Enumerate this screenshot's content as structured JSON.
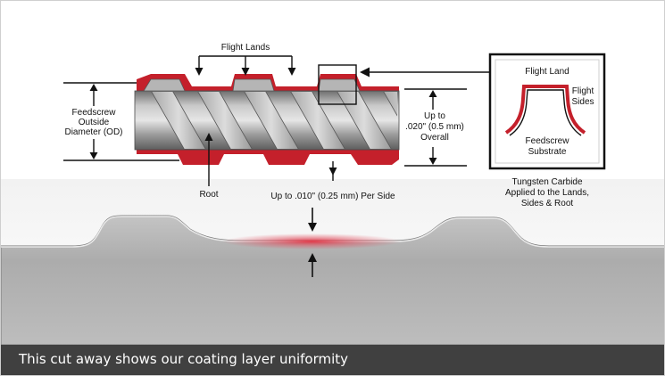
{
  "labels": {
    "flight_lands": "Flight Lands",
    "od_line1": "Feedscrew",
    "od_line2": "Outside",
    "od_line3": "Diameter (OD)",
    "root": "Root",
    "per_side": "Up to .010\" (0.25 mm) Per Side",
    "overall_line1": "Up to",
    "overall_line2": ".020\" (0.5 mm)",
    "overall_line3": "Overall",
    "inset_flight_land": "Flight Land",
    "inset_flight_sides_1": "Flight",
    "inset_flight_sides_2": "Sides",
    "inset_substrate_1": "Feedscrew",
    "inset_substrate_2": "Substrate",
    "tc_line1": "Tungsten Carbide",
    "tc_line2": "Applied to the Lands,",
    "tc_line3": "Sides & Root"
  },
  "caption": "This cut away shows our coating layer uniformity",
  "colors": {
    "coating_red": "#c4202b",
    "metal_gray": "#a8a8a8",
    "caption_bg": "#404040"
  }
}
